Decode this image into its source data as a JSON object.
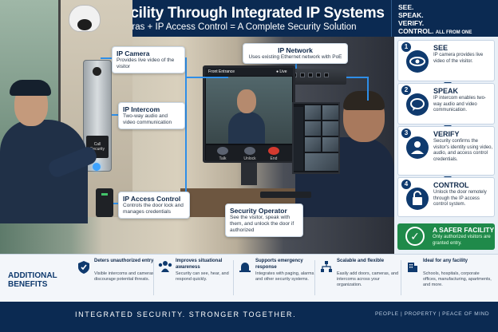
{
  "header": {
    "title": "A More Secure Facility Through Integrated IP Systems",
    "subtitle": "IP Intercoms  +  IP Cameras  +  IP Access Control  =  A Complete Security Solution"
  },
  "corner": {
    "line1": "SEE.",
    "line2": "SPEAK.",
    "line3": "VERIFY.",
    "line4": "CONTROL.",
    "line4_small": "ALL FROM ONE SYSTEM."
  },
  "callouts": {
    "camera": {
      "title": "IP Camera",
      "desc": "Provides live video of the visitor"
    },
    "network": {
      "title": "IP Network",
      "desc": "Uses existing Ethernet network with PoE"
    },
    "intercom": {
      "title": "IP Intercom",
      "desc": "Two-way audio and video communication"
    },
    "access": {
      "title": "IP Access Control",
      "desc": "Controls the door lock and manages credentials"
    },
    "operator": {
      "title": "Security Operator",
      "desc": "See the visitor, speak with them, and unlock the door if authorized"
    }
  },
  "intercom_screen": {
    "line1": "Call",
    "line2": "Security"
  },
  "monitor": {
    "title": "Front Entrance",
    "live": "● Live",
    "talk": "Talk",
    "unlock": "Unlock",
    "end": "End"
  },
  "steps": [
    {
      "num": "1",
      "title": "SEE",
      "desc": "IP camera provides live video of the visitor."
    },
    {
      "num": "2",
      "title": "SPEAK",
      "desc": "IP intercom enables two-way audio and video communication."
    },
    {
      "num": "3",
      "title": "VERIFY",
      "desc": "Security confirms the visitor's identity using video, audio, and access control credentials."
    },
    {
      "num": "4",
      "title": "CONTROL",
      "desc": "Unlock the door remotely through the IP access control system."
    }
  ],
  "safer": {
    "title": "A SAFER FACILITY",
    "desc": "Only authorized visitors are granted entry."
  },
  "benefits": {
    "label_line1": "ADDITIONAL",
    "label_line2": "BENEFITS",
    "items": [
      {
        "icon": "shield-icon",
        "title": "Deters unauthorized entry",
        "desc": "Visible intercoms and cameras discourage potential threats."
      },
      {
        "icon": "people-icon",
        "title": "Improves situational awareness",
        "desc": "Security can see, hear, and respond quickly."
      },
      {
        "icon": "alarm-icon",
        "title": "Supports emergency response",
        "desc": "Integrates with paging, alarms, and other security systems."
      },
      {
        "icon": "network-icon",
        "title": "Scalable and flexible",
        "desc": "Easily add doors, cameras, and intercoms across your organization."
      },
      {
        "icon": "building-icon",
        "title": "Ideal for any facility",
        "desc": "Schools, hospitals, corporate offices, manufacturing, apartments, and more."
      }
    ]
  },
  "footer": {
    "tagline": "INTEGRATED SECURITY. STRONGER TOGETHER.",
    "right": "PEOPLE  |  PROPERTY  |  PEACE OF MIND"
  },
  "colors": {
    "navy": "#0b2a52",
    "accent_blue": "#2e8ee8",
    "green": "#1f8a4a"
  }
}
